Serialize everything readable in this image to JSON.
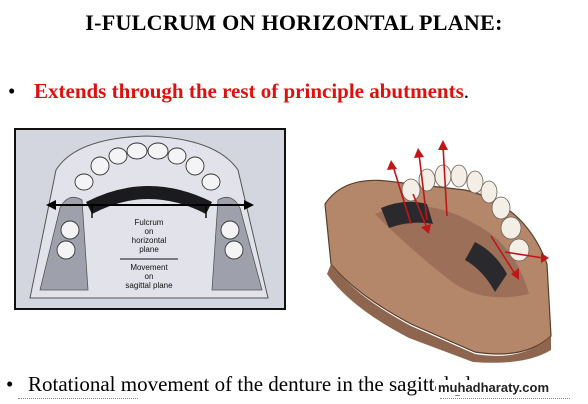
{
  "slide": {
    "title": "I-FULCRUM  ON HORIZONTAL PLANE:",
    "bullet_1": {
      "marker": "•",
      "highlight_text": "Extends through the rest of principle abutments",
      "trailing_text": "."
    },
    "bullet_2": {
      "marker": "•",
      "text": "Rotational movement of the denture in the sagittal plane"
    },
    "watermark": "muhadharaty.com"
  },
  "figure_left": {
    "label_fulcrum_lines": [
      "Fulcrum",
      "on",
      "horizontal",
      "plane"
    ],
    "label_movement_lines": [
      "Movement",
      "on",
      "sagittal plane"
    ]
  },
  "figure_right": {
    "description_icon": "denture-model-photo"
  },
  "colors": {
    "highlight": "#e01010",
    "diagram_bg": "#d4d6df",
    "gum": "#b4876a",
    "arrow": "#c0161a"
  }
}
